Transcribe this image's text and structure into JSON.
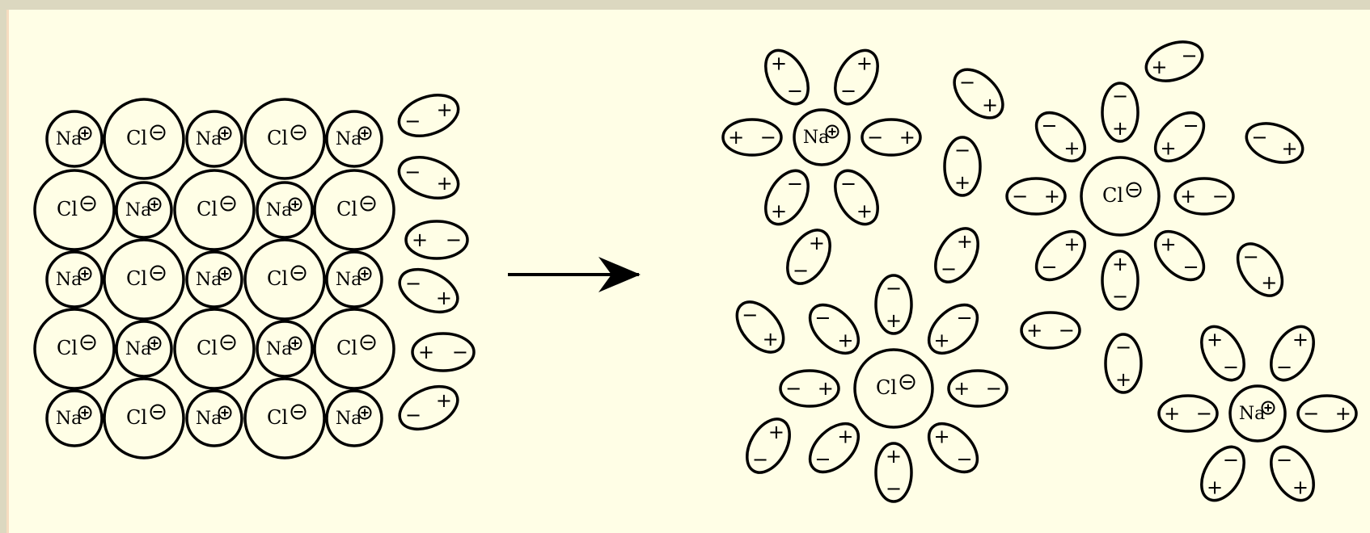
{
  "labels": {
    "sodium": "Na",
    "chloride": "Cl"
  },
  "charge_symbols": {
    "plus": "+",
    "minus": "−"
  },
  "colors": {
    "background": "#fffee6",
    "ink": "#000000",
    "page_border": "#dcd8c0"
  },
  "lattice": {
    "rows": [
      [
        "Na",
        "Cl",
        "Na",
        "Cl",
        "Na"
      ],
      [
        "Cl",
        "Na",
        "Cl",
        "Na",
        "Cl"
      ],
      [
        "Na",
        "Cl",
        "Na",
        "Cl",
        "Na"
      ],
      [
        "Cl",
        "Na",
        "Cl",
        "Na",
        "Cl"
      ],
      [
        "Na",
        "Cl",
        "Na",
        "Cl",
        "Na"
      ]
    ],
    "edge_water_count": 6
  },
  "arrow": {
    "direction": "right"
  },
  "solution": {
    "hydrated_ions": [
      "Na",
      "Cl",
      "Cl",
      "Na"
    ],
    "free_water_count": 11
  }
}
